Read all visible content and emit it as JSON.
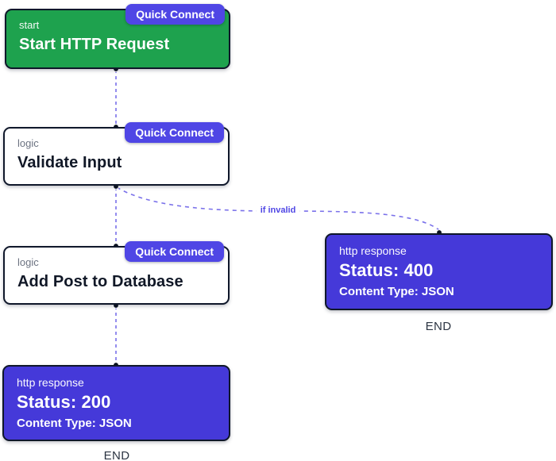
{
  "colors": {
    "canvas_bg": "#ffffff",
    "node_start": "#1ea24e",
    "node_response": "#4539d9",
    "button": "#4f46e5",
    "border": "#0f172a",
    "connector": "#7a71ea",
    "label_muted": "#6b7280",
    "title_dark": "#111827",
    "end_text": "#2b3442",
    "if_invalid": "#4f46e5"
  },
  "nodes": [
    {
      "type_label": "start",
      "title": "Start HTTP Request",
      "quick_connect_label": "Quick Connect"
    },
    {
      "type_label": "logic",
      "title": "Validate Input",
      "quick_connect_label": "Quick Connect"
    },
    {
      "type_label": "logic",
      "title": "Add Post to Database",
      "quick_connect_label": "Quick Connect"
    },
    {
      "type_label": "http response",
      "title": "Status: 200",
      "subtitle": "Content Type: JSON",
      "terminal_label": "END"
    },
    {
      "type_label": "http response",
      "title": "Status: 400",
      "subtitle": "Content Type: JSON",
      "terminal_label": "END"
    }
  ],
  "connections": {
    "branch_label": "if invalid"
  }
}
